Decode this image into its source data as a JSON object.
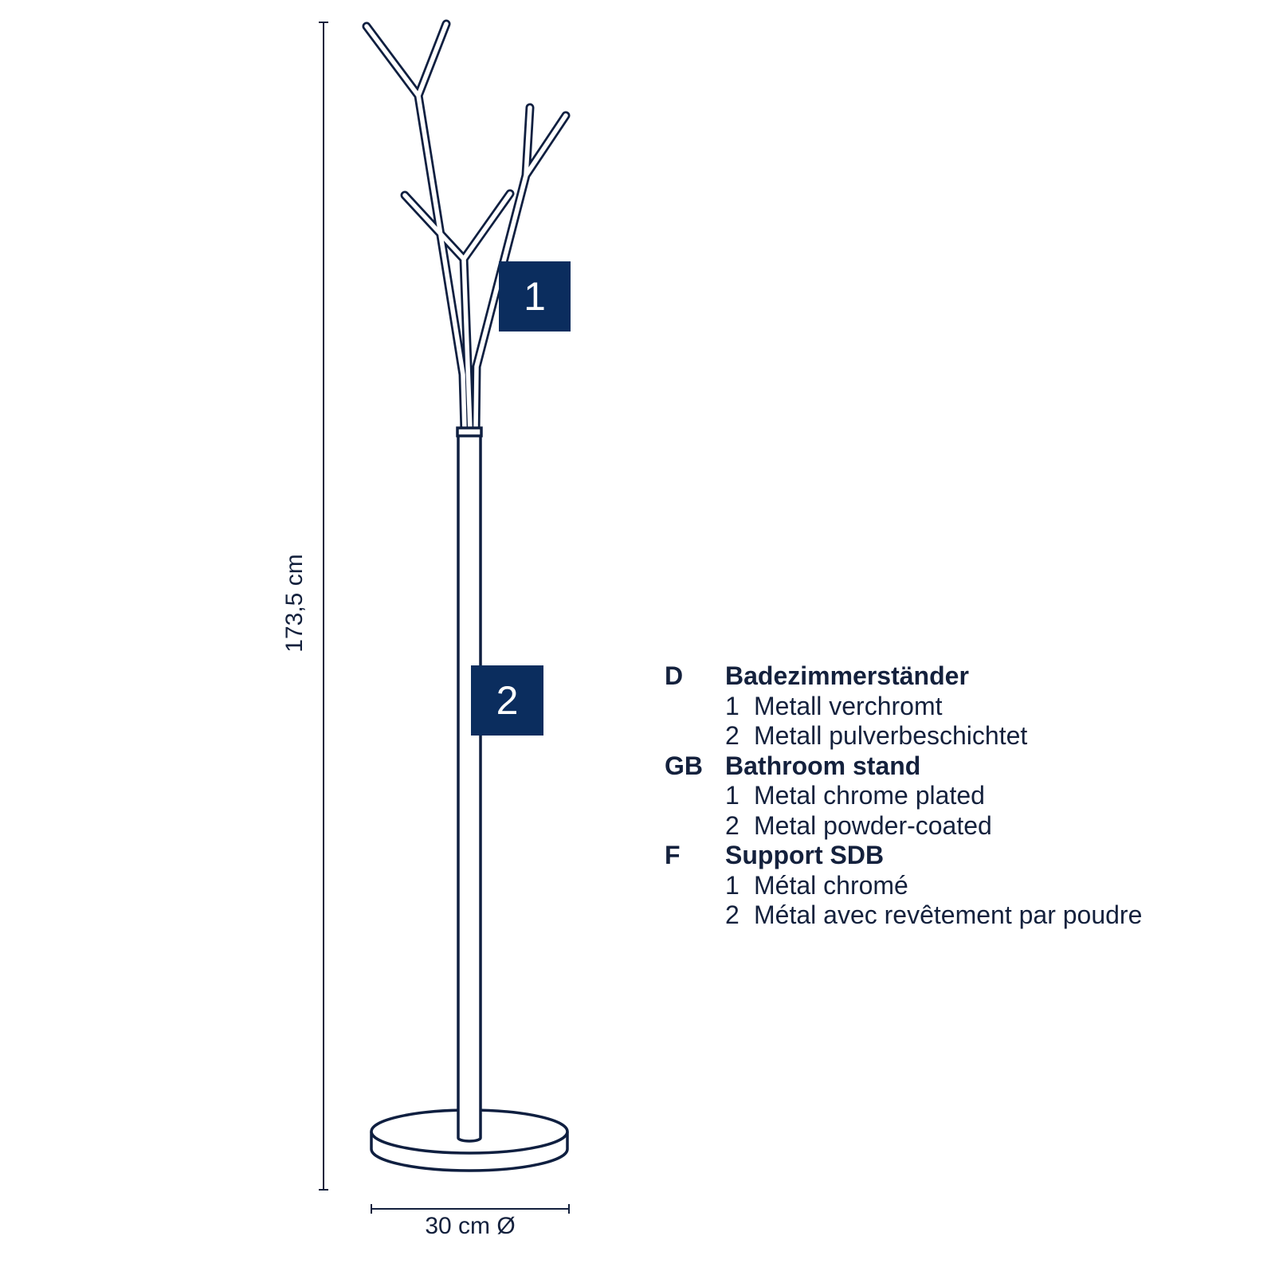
{
  "dimensions": {
    "height": "173,5 cm",
    "diameter": "30 cm Ø"
  },
  "badges": [
    "1",
    "2"
  ],
  "colors": {
    "navy": "#0b2d5e",
    "line": "#0f1f40"
  },
  "legend": [
    {
      "code": "D",
      "title": "Badezimmerständer",
      "items": [
        {
          "num": "1",
          "text": "Metall verchromt"
        },
        {
          "num": "2",
          "text": "Metall pulverbeschichtet"
        }
      ]
    },
    {
      "code": "GB",
      "title": "Bathroom stand",
      "items": [
        {
          "num": "1",
          "text": "Metal chrome plated"
        },
        {
          "num": "2",
          "text": "Metal powder-coated"
        }
      ]
    },
    {
      "code": "F",
      "title": "Support SDB",
      "items": [
        {
          "num": "1",
          "text": "Métal chromé"
        },
        {
          "num": "2",
          "text": "Métal avec revêtement par poudre"
        }
      ]
    }
  ]
}
